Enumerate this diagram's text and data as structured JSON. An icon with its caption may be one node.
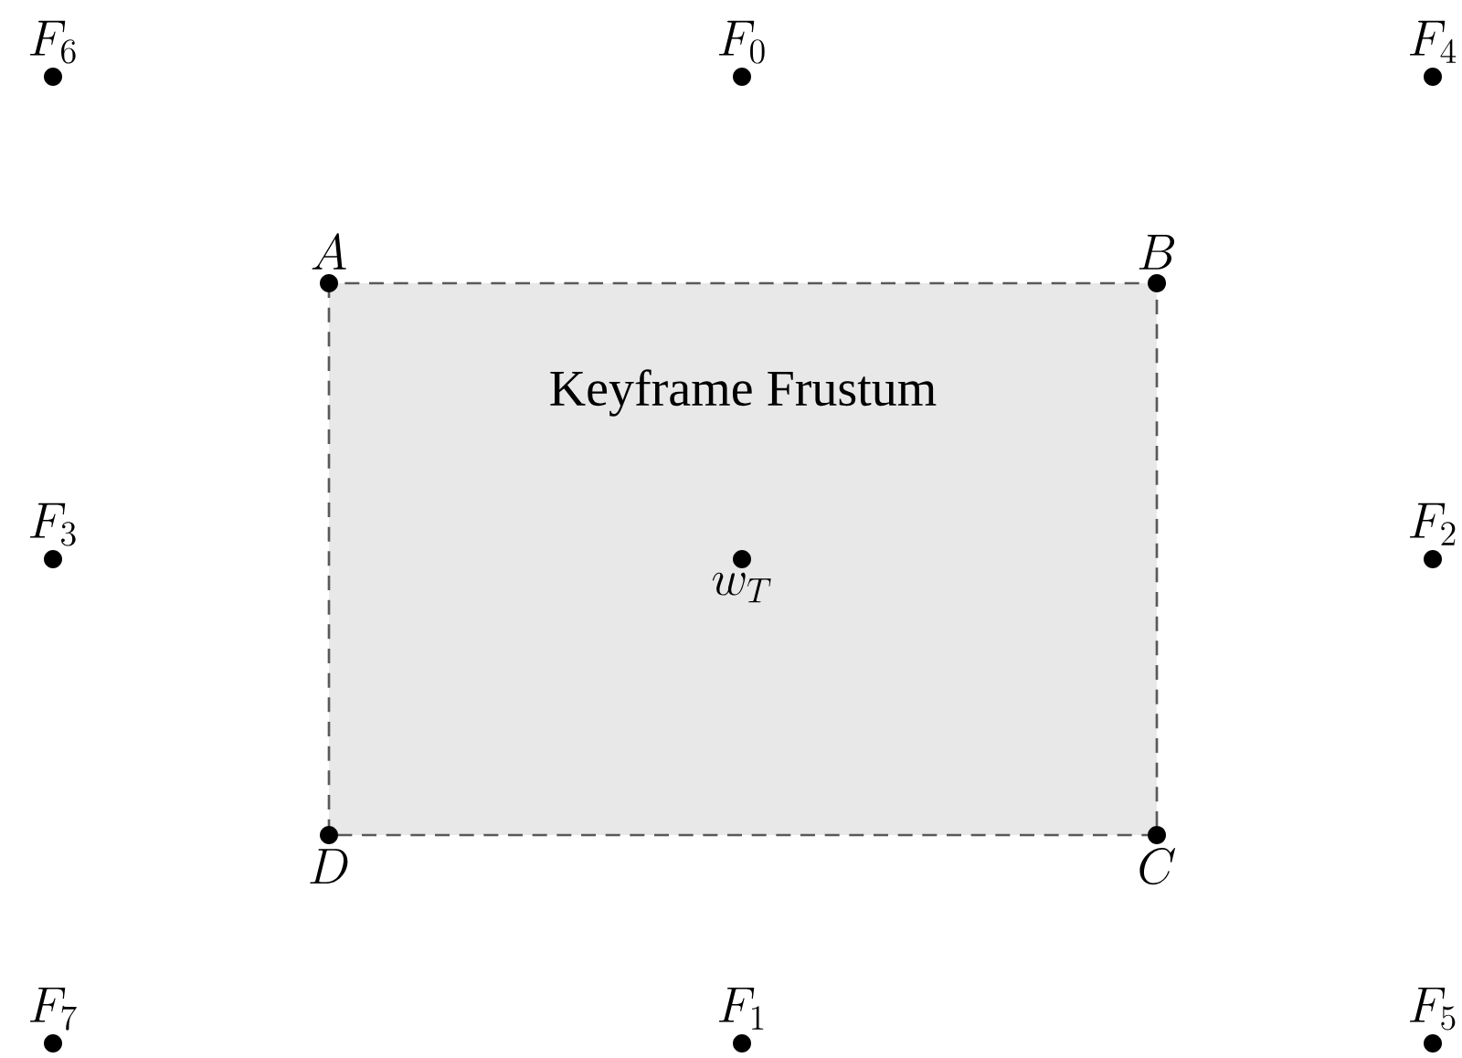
{
  "diagram": {
    "nodes": [
      {
        "text": [
          "F_6"
        ]
      },
      {
        "text": [
          "F_0"
        ]
      },
      {
        "text": [
          "F_4"
        ]
      },
      {
        "text": [
          "A"
        ]
      },
      {
        "text": [
          "B"
        ]
      },
      {
        "text": [
          "Keyframe Frustum"
        ]
      },
      {
        "text": [
          "w_T"
        ],
        "in": 5
      },
      {
        "text": [
          "F_3"
        ]
      },
      {
        "text": [
          "F_2"
        ]
      },
      {
        "text": [
          "D"
        ]
      },
      {
        "text": [
          "C"
        ]
      },
      {
        "text": [
          "F_7"
        ]
      },
      {
        "text": [
          "F_1"
        ]
      },
      {
        "text": [
          "F_5"
        ]
      }
    ]
  }
}
